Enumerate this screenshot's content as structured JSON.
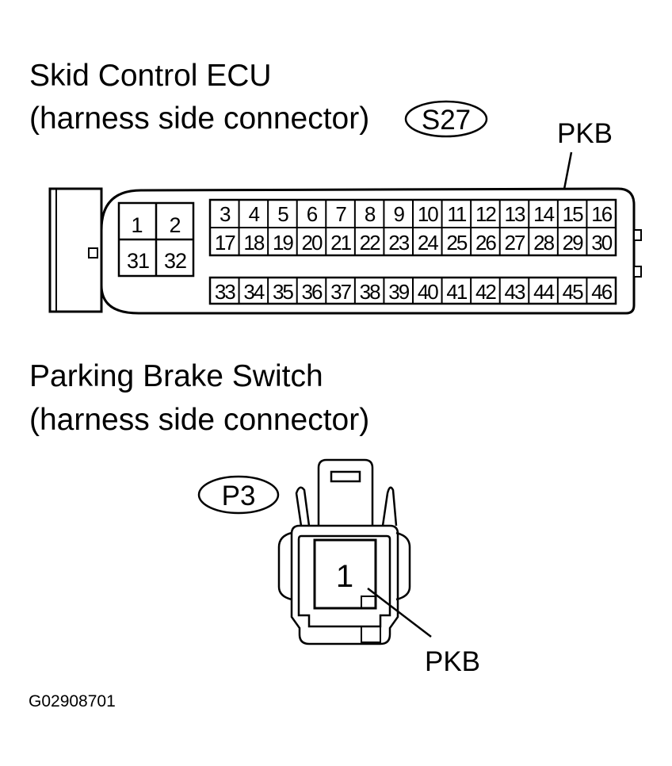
{
  "ecu": {
    "title_line1": "Skid Control ECU",
    "title_line2": "(harness side connector)",
    "connector_code": "S27",
    "signal_label": "PKB",
    "left_pins": [
      "1",
      "2",
      "31",
      "32"
    ],
    "row_top": [
      "3",
      "4",
      "5",
      "6",
      "7",
      "8",
      "9",
      "10",
      "11",
      "12",
      "13",
      "14",
      "15",
      "16"
    ],
    "row_mid": [
      "17",
      "18",
      "19",
      "20",
      "21",
      "22",
      "23",
      "24",
      "25",
      "26",
      "27",
      "28",
      "29",
      "30"
    ],
    "row_bottom": [
      "33",
      "34",
      "35",
      "36",
      "37",
      "38",
      "39",
      "40",
      "41",
      "42",
      "43",
      "44",
      "45",
      "46"
    ]
  },
  "switch": {
    "title_line1": "Parking Brake Switch",
    "title_line2": "(harness side connector)",
    "connector_code": "P3",
    "pin": "1",
    "signal_label": "PKB"
  },
  "figure_id": "G02908701"
}
